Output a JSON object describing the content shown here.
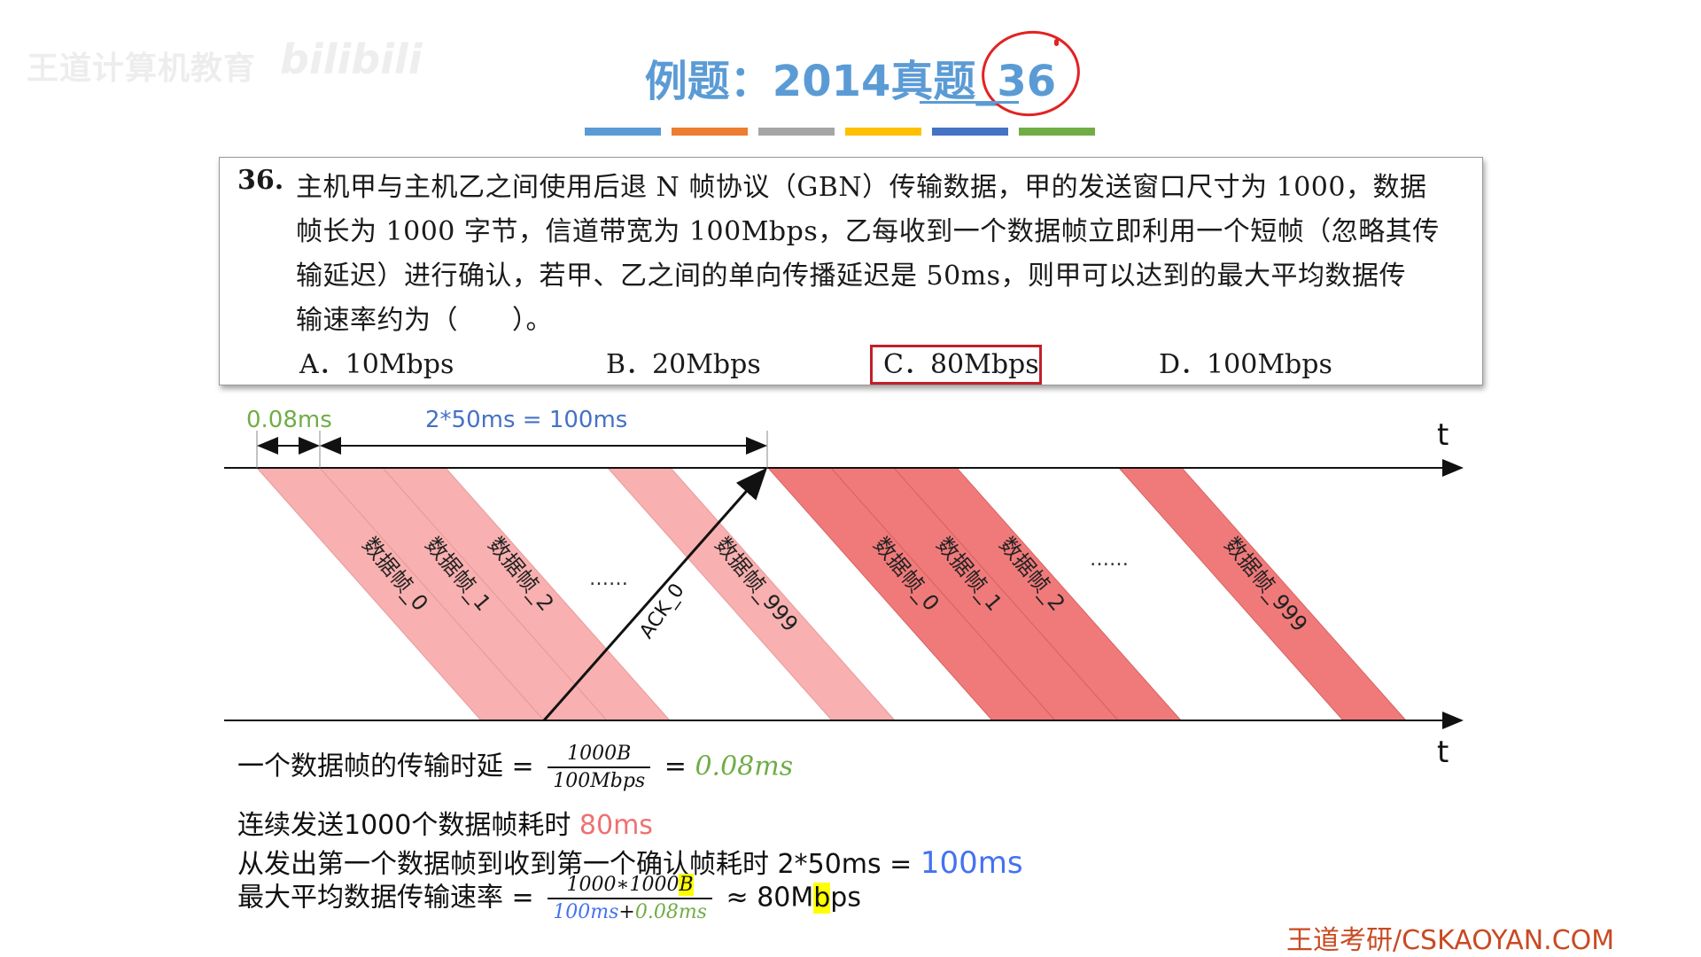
{
  "watermark": {
    "logo": "王道计算机教育",
    "bili": "bilibili"
  },
  "title": {
    "text": "例题：2014真题_36"
  },
  "colors": {
    "bars": [
      "#5b9bd5",
      "#ed7d31",
      "#a5a5a5",
      "#ffc000",
      "#4472c4",
      "#70ad47"
    ]
  },
  "question": {
    "number": "36.",
    "lines": [
      "主机甲与主机乙之间使用后退 N 帧协议（GBN）传输数据，甲的发送窗口尺寸为 1000，数据",
      "帧长为 1000 字节，信道带宽为 100Mbps，乙每收到一个数据帧立即利用一个短帧（忽略其传",
      "输延迟）进行确认，若甲、乙之间的单向传播延迟是 50ms，则甲可以达到的最大平均数据传",
      "输速率约为（　　）。"
    ],
    "options": [
      {
        "label": "A．10Mbps"
      },
      {
        "label": "B．20Mbps"
      },
      {
        "label": "C．80Mbps",
        "highlighted": true
      },
      {
        "label": "D．100Mbps"
      }
    ]
  },
  "diagram": {
    "t1": "0.08ms",
    "t2": "2*50ms = 100ms",
    "axis_label_top": "t",
    "axis_label_bottom": "t",
    "frames_first": [
      "数据帧_0",
      "数据帧_1",
      "数据帧_2"
    ],
    "frame_last_first": "数据帧_999",
    "ack": "ACK_0",
    "frames_second": [
      "数据帧_0",
      "数据帧_1",
      "数据帧_2"
    ],
    "frame_last_second": "数据帧_999",
    "ellipsis": "……"
  },
  "formulas": {
    "f1_label": "一个数据帧的传输时延 =",
    "f1_num": "1000B",
    "f1_den": "100Mbps",
    "f1_eq": "=",
    "f1_result": "0.08ms",
    "f2_label": "连续发送1000个数据帧耗时",
    "f2_result": "80ms",
    "f3_label": "从发出第一个数据帧到收到第一个确认帧耗时 2*50ms =",
    "f3_result": "100ms",
    "f4_label": "最大平均数据传输速率 =",
    "f4_num_a": "1000∗1000",
    "f4_num_b": "B",
    "f4_den_a": "100ms",
    "f4_den_plus": "+",
    "f4_den_b": "0.08ms",
    "f4_result_a": "≈ 80M",
    "f4_result_b": "b",
    "f4_result_c": "ps"
  },
  "brand": "王道考研/CSKAOYAN.COM"
}
